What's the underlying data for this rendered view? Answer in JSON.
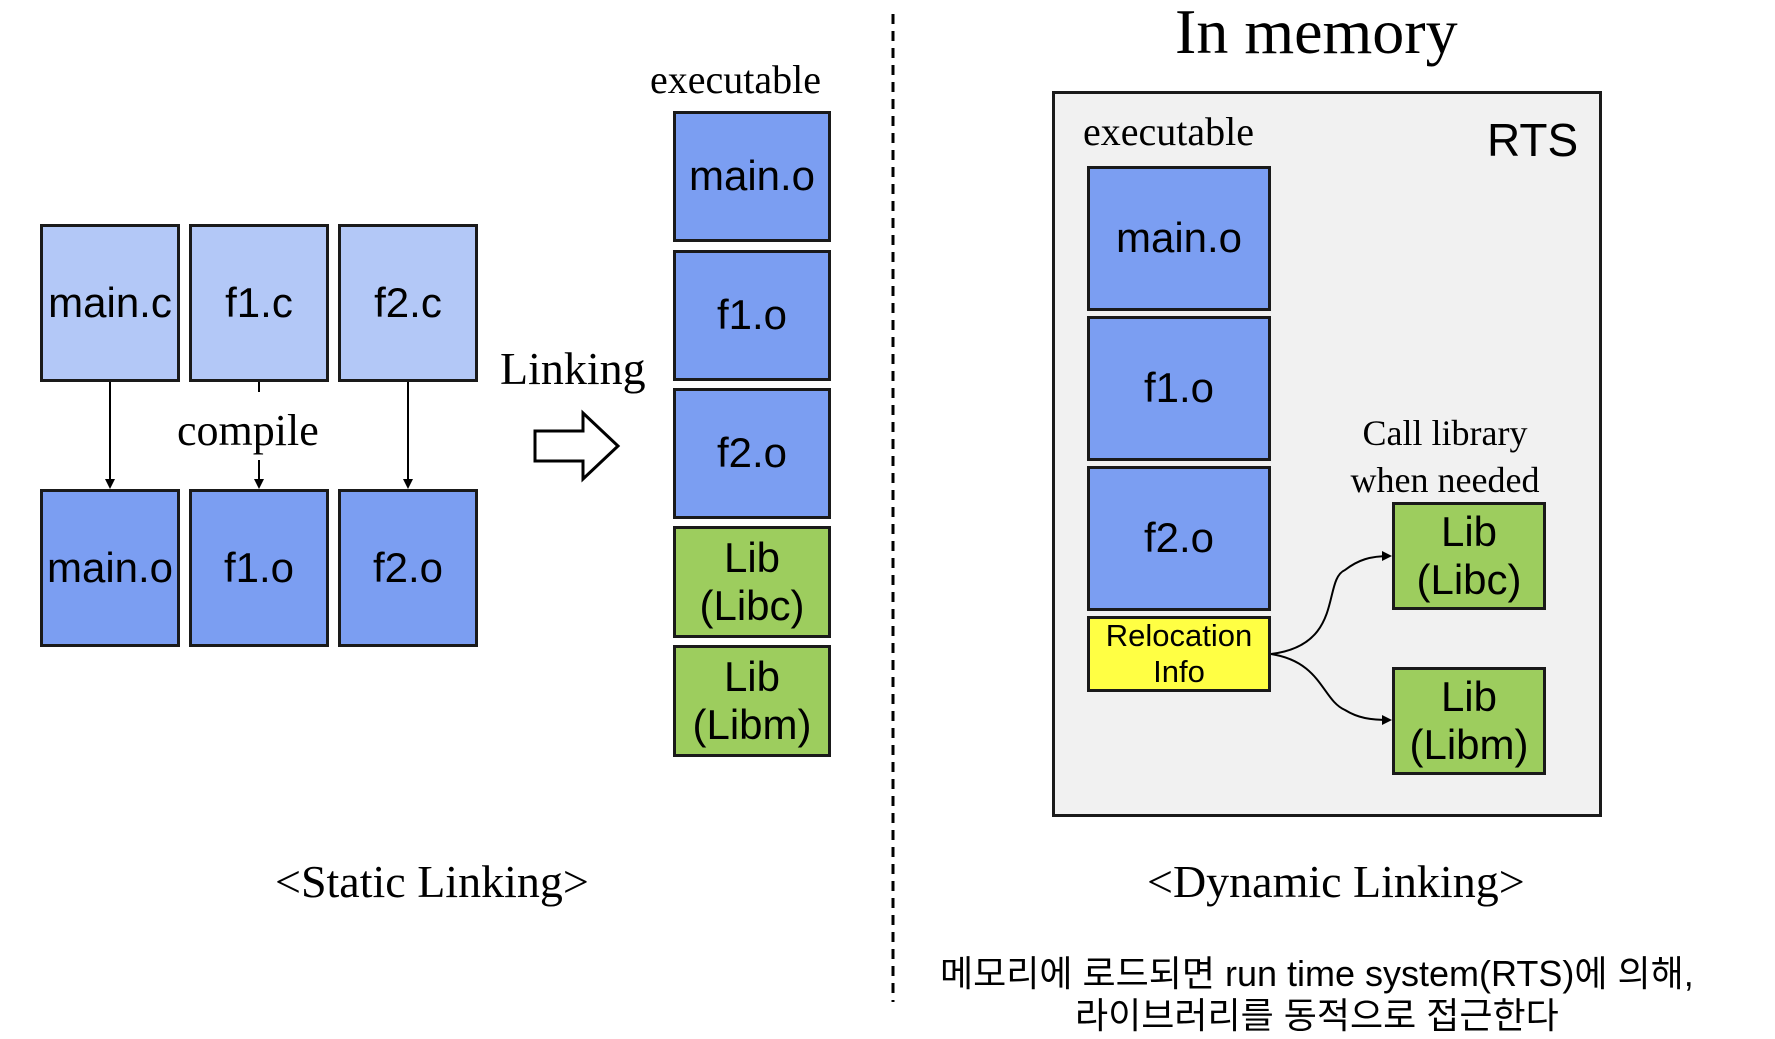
{
  "static_linking": {
    "sources": [
      "main.c",
      "f1.c",
      "f2.c"
    ],
    "objects": [
      "main.o",
      "f1.o",
      "f2.o"
    ],
    "compile_label": "compile",
    "linking_label": "Linking",
    "executable_label": "executable",
    "executable_parts": [
      "main.o",
      "f1.o",
      "f2.o"
    ],
    "libraries": [
      "Lib\n(Libc)",
      "Lib\n(Libm)"
    ],
    "caption": "<Static Linking>"
  },
  "dynamic_linking": {
    "title": "In memory",
    "rts_label": "RTS",
    "executable_label": "executable",
    "executable_parts": [
      "main.o",
      "f1.o",
      "f2.o"
    ],
    "relocation_label": "Relocation\nInfo",
    "call_label": "Call library\nwhen needed",
    "libraries": [
      "Lib\n(Libc)",
      "Lib\n(Libm)"
    ],
    "caption": "<Dynamic Linking>",
    "note_line1": "메모리에 로드되면 run time system(RTS)에 의해,",
    "note_line2": "라이브러리를 동적으로 접근한다"
  },
  "colors": {
    "source_box": "#b3c8f7",
    "object_box": "#7b9ef2",
    "library_box": "#9dcd5e",
    "relocation_box": "#ffff44",
    "rts_panel": "#f1f1f1"
  }
}
